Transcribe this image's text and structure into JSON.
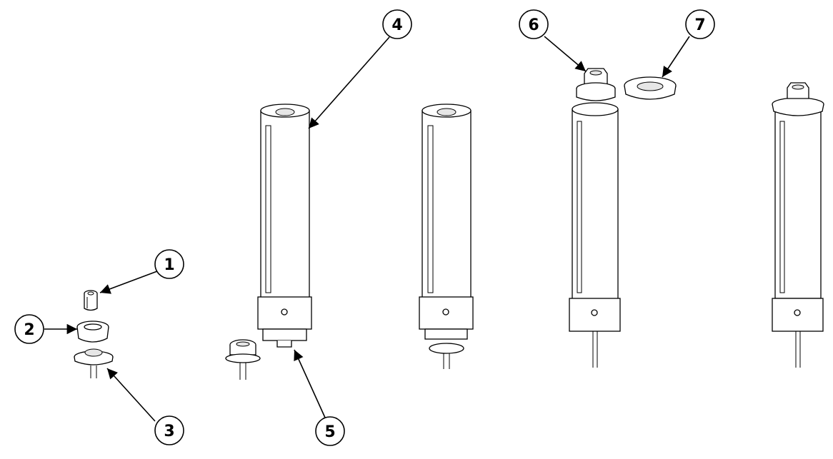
{
  "callouts": [
    {
      "id": "c1",
      "label": "1"
    },
    {
      "id": "c2",
      "label": "2"
    },
    {
      "id": "c3",
      "label": "3"
    },
    {
      "id": "c4",
      "label": "4"
    },
    {
      "id": "c5",
      "label": "5"
    },
    {
      "id": "c6",
      "label": "6"
    },
    {
      "id": "c7",
      "label": "7"
    }
  ],
  "colors": {
    "line": "#000000",
    "background": "#ffffff",
    "shade": "#e6e6e6"
  }
}
